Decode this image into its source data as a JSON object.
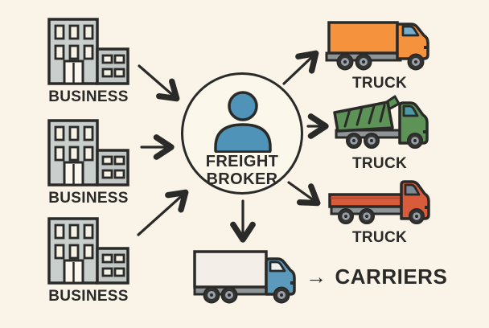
{
  "diagram": {
    "background_color": "#faf4e8",
    "line_color": "#2a2a28",
    "building_color": "#c9cfcc",
    "businesses": [
      {
        "label": "BUSINESS"
      },
      {
        "label": "BUSINESS"
      },
      {
        "label": "BUSINESS"
      }
    ],
    "broker": {
      "line1": "FREIGHT",
      "line2": "BROKER",
      "person_color": "#4f94b8"
    },
    "trucks": [
      {
        "label": "TRUCK",
        "type": "box-truck",
        "body_color": "#f5923e",
        "window_color": "#74aecd"
      },
      {
        "label": "TRUCK",
        "type": "dump-truck",
        "body_color": "#5d9357",
        "window_color": "#4c9aa6"
      },
      {
        "label": "TRUCK",
        "type": "flatbed-truck",
        "body_color": "#d85c3b",
        "window_color": "#7e8b94"
      }
    ],
    "carriers": {
      "arrow_glyph": "→",
      "label": "CARRIERS",
      "truck_body_color": "#f3efe8",
      "truck_cab_color": "#5b9abc"
    }
  }
}
